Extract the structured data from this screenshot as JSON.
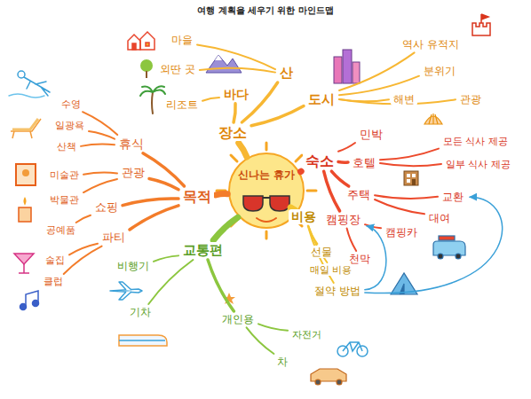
{
  "diagram": {
    "title": "여행 계획을 세우기 위한 마인드맵",
    "nodes": [
      {
        "text": [
          "신나는 휴가"
        ]
      },
      {
        "text": [
          "장소"
        ]
      },
      {
        "text": [
          "산"
        ]
      },
      {
        "text": [
          "마을"
        ]
      },
      {
        "text": [
          "외딴 곳"
        ]
      },
      {
        "text": [
          "바다"
        ]
      },
      {
        "text": [
          "리조트"
        ]
      },
      {
        "text": [
          "도시"
        ]
      },
      {
        "text": [
          "역사 유적지"
        ]
      },
      {
        "text": [
          "분위기"
        ]
      },
      {
        "text": [
          "해변"
        ]
      },
      {
        "text": [
          "관광"
        ]
      },
      {
        "text": [
          "숙소"
        ]
      },
      {
        "text": [
          "민박"
        ]
      },
      {
        "text": [
          "호텔"
        ]
      },
      {
        "text": [
          "모든 식사 제공"
        ]
      },
      {
        "text": [
          "일부 식사 제공"
        ]
      },
      {
        "text": [
          "주택"
        ]
      },
      {
        "text": [
          "교환"
        ]
      },
      {
        "text": [
          "대여"
        ]
      },
      {
        "text": [
          "캠핑장"
        ]
      },
      {
        "text": [
          "캠핑카"
        ]
      },
      {
        "text": [
          "천막"
        ]
      },
      {
        "text": [
          "비용"
        ]
      },
      {
        "text": [
          "선물"
        ]
      },
      {
        "text": [
          "매일 비용"
        ]
      },
      {
        "text": [
          "절약 방법"
        ]
      },
      {
        "text": [
          "교통편"
        ]
      },
      {
        "text": [
          "비행기"
        ]
      },
      {
        "text": [
          "기차"
        ]
      },
      {
        "text": [
          "개인용"
        ]
      },
      {
        "text": [
          "자전거"
        ]
      },
      {
        "text": [
          "차"
        ]
      },
      {
        "text": [
          "목적"
        ]
      },
      {
        "text": [
          "휴식"
        ]
      },
      {
        "text": [
          "수영"
        ]
      },
      {
        "text": [
          "일광욕"
        ]
      },
      {
        "text": [
          "산책"
        ]
      },
      {
        "text": [
          "관광"
        ]
      },
      {
        "text": [
          "미술관"
        ]
      },
      {
        "text": [
          "박물관"
        ]
      },
      {
        "text": [
          "쇼핑"
        ]
      },
      {
        "text": [
          "공예품"
        ]
      },
      {
        "text": [
          "파티"
        ]
      },
      {
        "text": [
          "술집"
        ]
      },
      {
        "text": [
          "클럽"
        ]
      }
    ],
    "edges": [
      {
        "from": 0,
        "to": 1,
        "arrow": "none"
      },
      {
        "from": 1,
        "to": 2,
        "arrow": "none"
      },
      {
        "from": 2,
        "to": 3,
        "arrow": "none"
      },
      {
        "from": 2,
        "to": 4,
        "arrow": "none"
      },
      {
        "from": 1,
        "to": 5,
        "arrow": "none"
      },
      {
        "from": 5,
        "to": 6,
        "arrow": "none"
      },
      {
        "from": 1,
        "to": 7,
        "arrow": "none"
      },
      {
        "from": 7,
        "to": 8,
        "arrow": "none"
      },
      {
        "from": 7,
        "to": 9,
        "arrow": "none"
      },
      {
        "from": 7,
        "to": 10,
        "arrow": "none"
      },
      {
        "from": 7,
        "to": 11,
        "arrow": "none"
      },
      {
        "from": 0,
        "to": 12,
        "arrow": "none"
      },
      {
        "from": 12,
        "to": 13,
        "arrow": "none"
      },
      {
        "from": 12,
        "to": 14,
        "arrow": "none"
      },
      {
        "from": 14,
        "to": 15,
        "arrow": "none"
      },
      {
        "from": 14,
        "to": 16,
        "arrow": "none"
      },
      {
        "from": 12,
        "to": 17,
        "arrow": "none"
      },
      {
        "from": 17,
        "to": 18,
        "arrow": "none"
      },
      {
        "from": 17,
        "to": 19,
        "arrow": "none"
      },
      {
        "from": 12,
        "to": 20,
        "arrow": "none"
      },
      {
        "from": 20,
        "to": 21,
        "arrow": "none"
      },
      {
        "from": 20,
        "to": 22,
        "arrow": "none"
      },
      {
        "from": 0,
        "to": 23,
        "arrow": "none"
      },
      {
        "from": 23,
        "to": 24,
        "arrow": "none"
      },
      {
        "from": 23,
        "to": 25,
        "arrow": "none"
      },
      {
        "from": 23,
        "to": 26,
        "arrow": "none"
      },
      {
        "from": 0,
        "to": 27,
        "arrow": "none"
      },
      {
        "from": 27,
        "to": 28,
        "arrow": "none"
      },
      {
        "from": 27,
        "to": 29,
        "arrow": "none"
      },
      {
        "from": 27,
        "to": 30,
        "arrow": "none"
      },
      {
        "from": 30,
        "to": 31,
        "arrow": "none"
      },
      {
        "from": 30,
        "to": 32,
        "arrow": "none"
      },
      {
        "from": 0,
        "to": 33,
        "arrow": "none"
      },
      {
        "from": 33,
        "to": 34,
        "arrow": "none"
      },
      {
        "from": 34,
        "to": 35,
        "arrow": "none"
      },
      {
        "from": 34,
        "to": 36,
        "arrow": "none"
      },
      {
        "from": 34,
        "to": 37,
        "arrow": "none"
      },
      {
        "from": 33,
        "to": 38,
        "arrow": "none"
      },
      {
        "from": 38,
        "to": 39,
        "arrow": "none"
      },
      {
        "from": 38,
        "to": 40,
        "arrow": "none"
      },
      {
        "from": 33,
        "to": 41,
        "arrow": "none"
      },
      {
        "from": 41,
        "to": 42,
        "arrow": "none"
      },
      {
        "from": 33,
        "to": 43,
        "arrow": "none"
      },
      {
        "from": 43,
        "to": 44,
        "arrow": "none"
      },
      {
        "from": 43,
        "to": 45,
        "arrow": "none"
      },
      {
        "from": 26,
        "to": 18,
        "arrow": "to"
      },
      {
        "from": 26,
        "to": 20,
        "arrow": "to"
      }
    ]
  }
}
